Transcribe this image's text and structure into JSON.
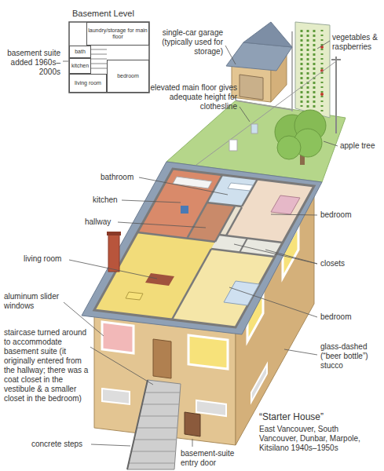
{
  "diagram": {
    "title": "“Starter House”",
    "caption": "East Vancouver, South Vancouver, Dunbar, Marpole, Kitsilano 1940s–1950s",
    "nodes": [
      {
        "text": [
          "Basement Level"
        ]
      },
      {
        "text": [
          "laundry/storage for main floor"
        ],
        "in": 0
      },
      {
        "text": [
          "bath"
        ],
        "in": 0
      },
      {
        "text": [
          "kitchen"
        ],
        "in": 0
      },
      {
        "text": [
          "bedroom"
        ],
        "in": 0
      },
      {
        "text": [
          "living room"
        ],
        "in": 0
      }
    ],
    "labels": [
      "basement suite added 1960s–2000s",
      "single-car garage (typically used for storage)",
      "elevated main floor gives adequate height for clothesline",
      "vegetables & raspberries",
      "apple tree",
      "bathroom",
      "kitchen",
      "hallway",
      "bedroom",
      "closets",
      "living room",
      "bedroom",
      "aluminum slider windows",
      "staircase turned around to accommodate basement suite (it originally entered from the hallway; there was a coat closet in the vestibule & a smaller closet in the bedroom)",
      "glass-dashed (“beer bottle”) stucco",
      "concrete steps",
      "basement-suite entry door"
    ]
  }
}
